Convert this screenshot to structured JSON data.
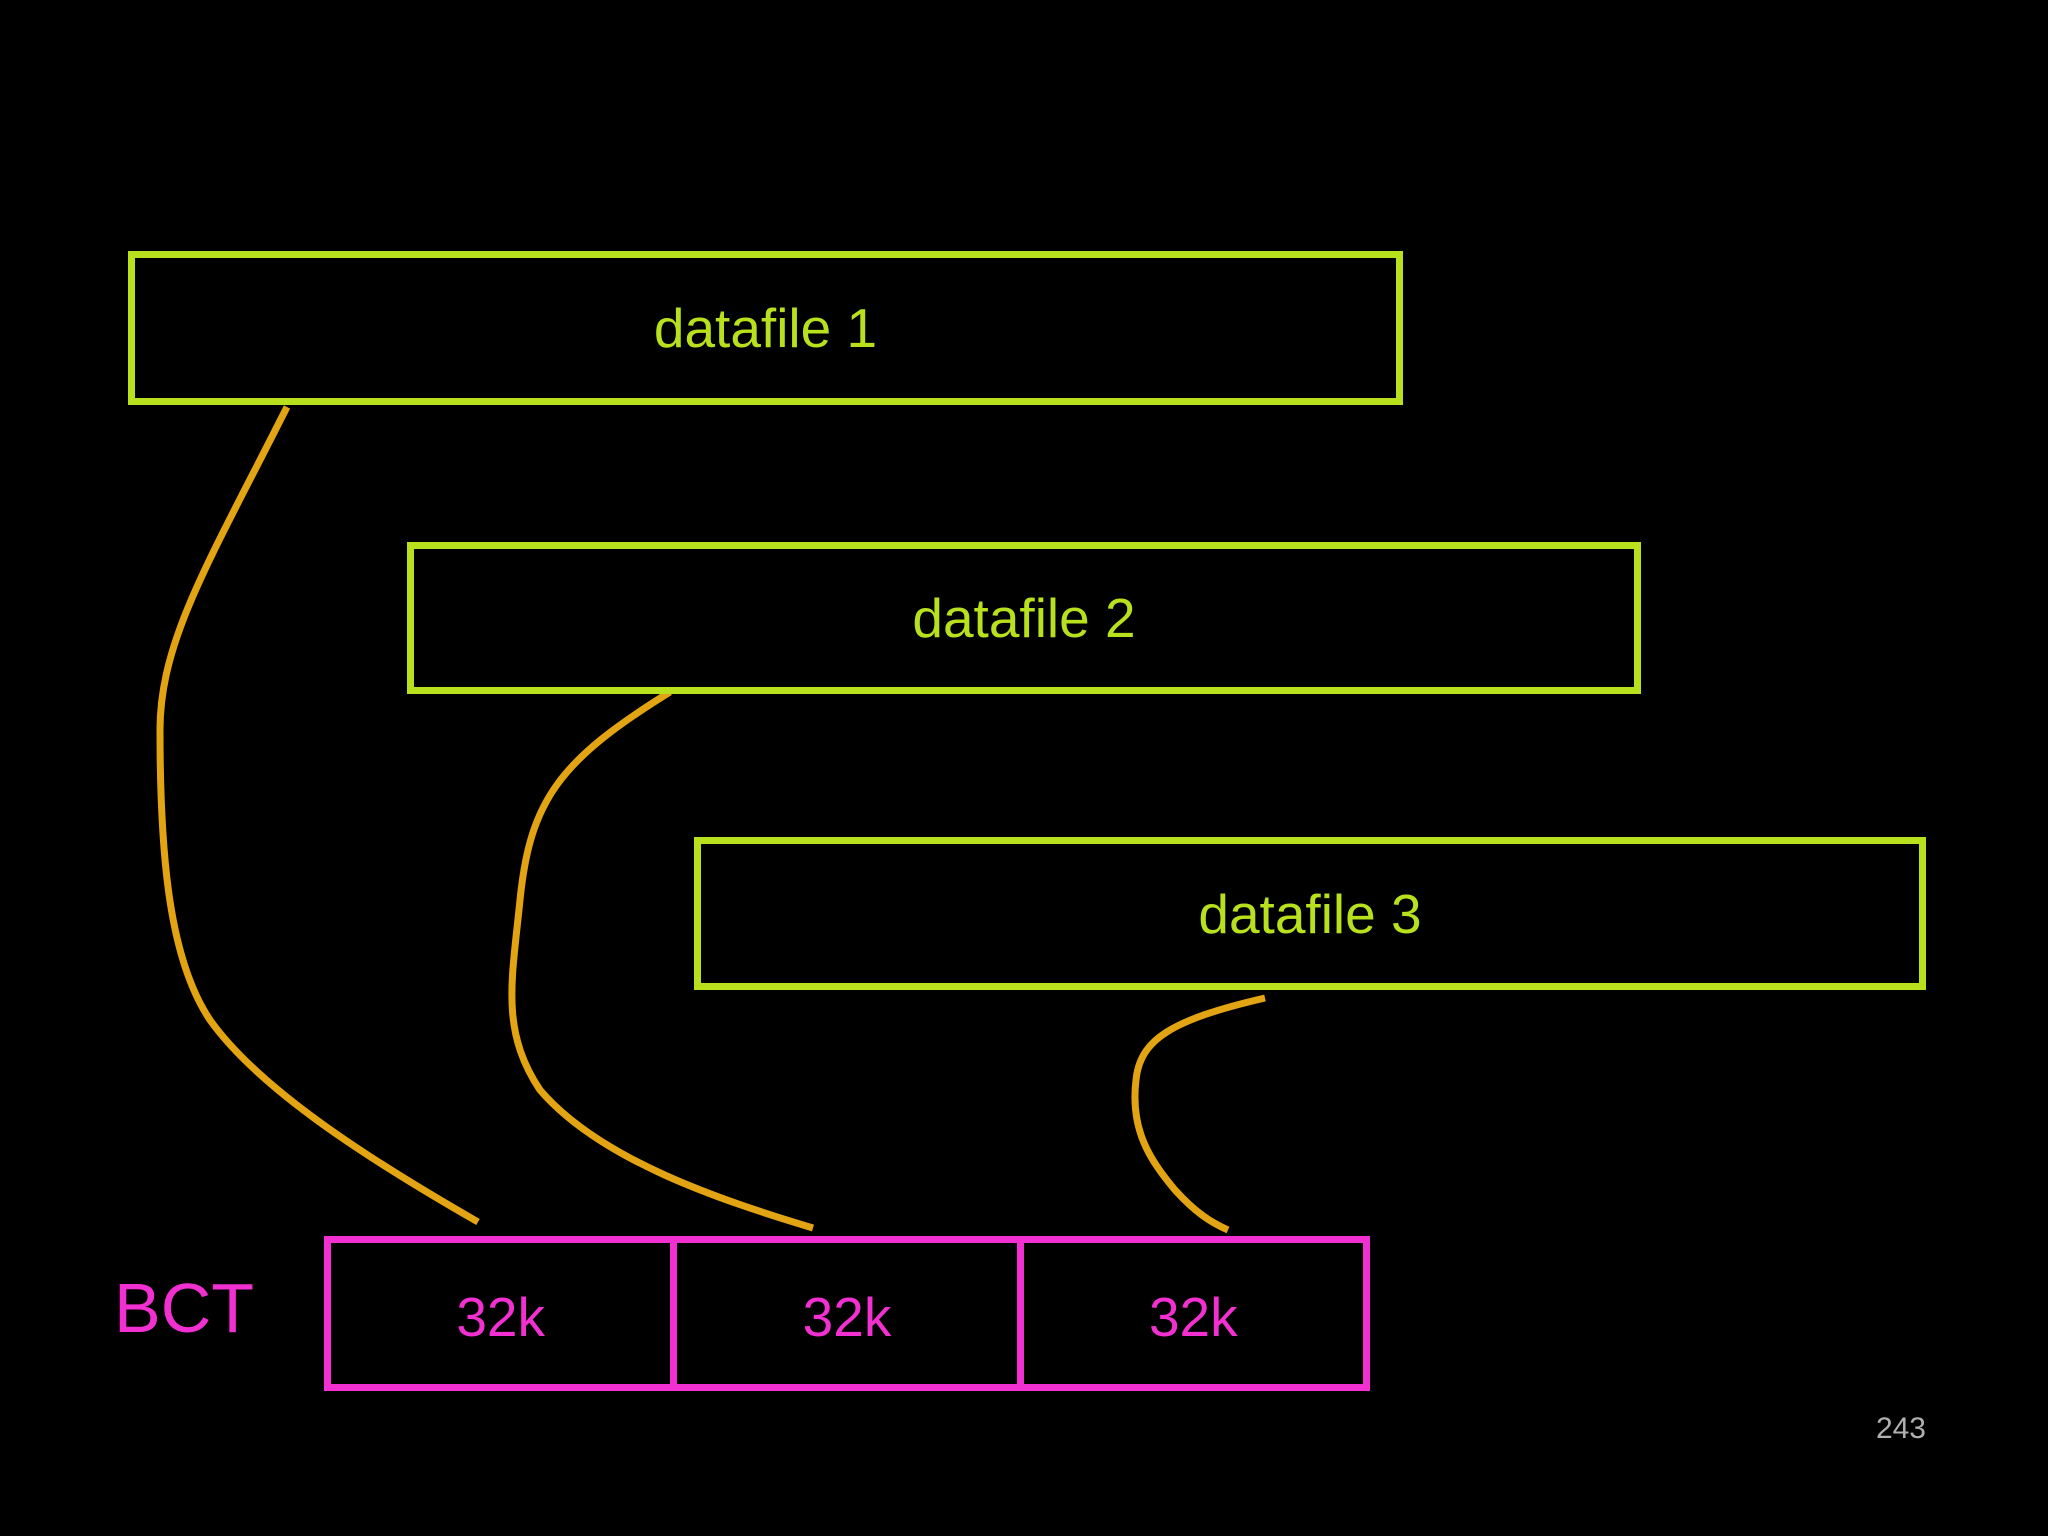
{
  "colors": {
    "background": "#000000",
    "datafile": "#b8e01c",
    "bct": "#f22fd0",
    "connector": "#e3a413",
    "page_number": "#b0b0b0"
  },
  "datafiles": [
    {
      "label": "datafile 1"
    },
    {
      "label": "datafile 2"
    },
    {
      "label": "datafile 3"
    }
  ],
  "bct": {
    "label": "BCT",
    "cells": [
      "32k",
      "32k",
      "32k"
    ]
  },
  "page_number": "243"
}
